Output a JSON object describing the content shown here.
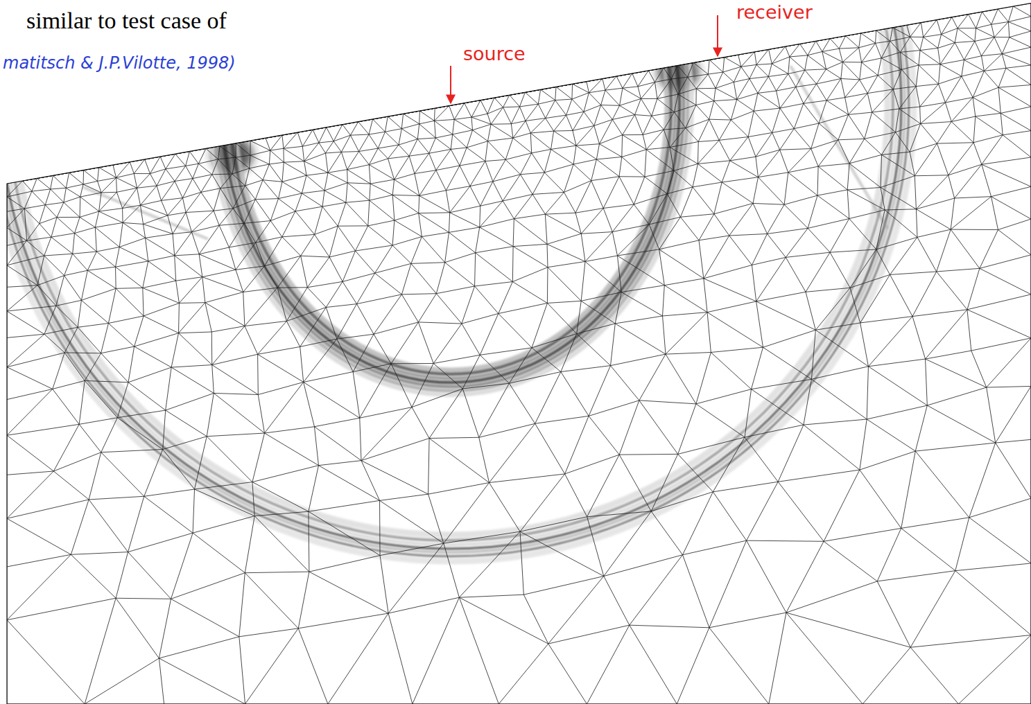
{
  "diagram": {
    "labels": [
      "similar to test case of",
      "matitsch & J.P.Vilotte, 1998)",
      "source",
      "receiver"
    ]
  }
}
